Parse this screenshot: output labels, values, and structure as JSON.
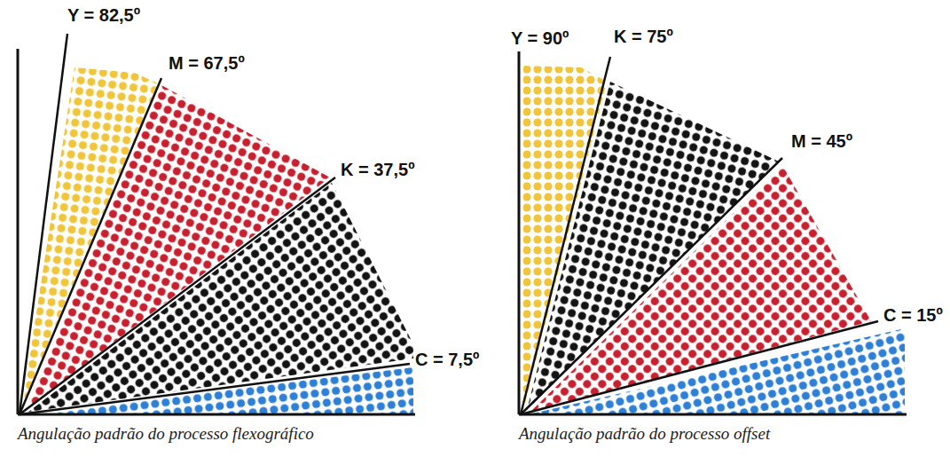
{
  "diagram": {
    "labels": [
      "Y = 82,5º",
      "M = 67,5º",
      "K = 37,5º",
      "C = 7,5º",
      "Angulação padrão do processo flexográfico",
      "Y = 90º",
      "K = 75º",
      "M = 45º",
      "C = 15º",
      "Angulação padrão do processo offset"
    ]
  }
}
